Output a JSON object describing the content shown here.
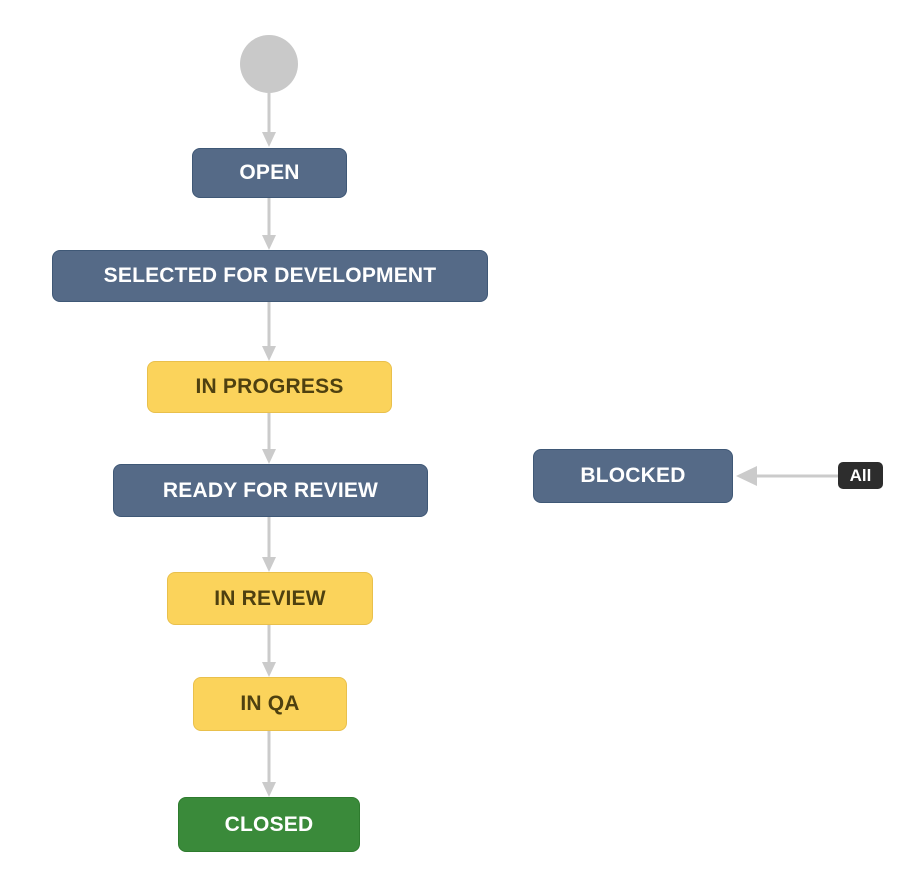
{
  "diagram": {
    "nodes": [
      {
        "label": "OPEN",
        "status_type": "slate"
      },
      {
        "label": "SELECTED FOR DEVELOPMENT",
        "status_type": "slate"
      },
      {
        "label": "IN PROGRESS",
        "status_type": "yellow"
      },
      {
        "label": "READY FOR REVIEW",
        "status_type": "slate"
      },
      {
        "label": "IN REVIEW",
        "status_type": "yellow"
      },
      {
        "label": "IN QA",
        "status_type": "yellow"
      },
      {
        "label": "CLOSED",
        "status_type": "green"
      },
      {
        "label": "BLOCKED",
        "status_type": "slate"
      }
    ],
    "transition_label": "All",
    "edges": [
      {
        "from": "start",
        "to": "OPEN"
      },
      {
        "from": "OPEN",
        "to": "SELECTED FOR DEVELOPMENT"
      },
      {
        "from": "SELECTED FOR DEVELOPMENT",
        "to": "IN PROGRESS"
      },
      {
        "from": "IN PROGRESS",
        "to": "READY FOR REVIEW"
      },
      {
        "from": "READY FOR REVIEW",
        "to": "IN REVIEW"
      },
      {
        "from": "IN REVIEW",
        "to": "IN QA"
      },
      {
        "from": "IN QA",
        "to": "CLOSED"
      },
      {
        "from": "All",
        "to": "BLOCKED",
        "label": "All"
      }
    ],
    "colors": {
      "slate_fill": "#556a87",
      "slate_border": "#3f5876",
      "yellow_fill": "#fbd35b",
      "yellow_border": "#e9c04c",
      "yellow_text": "#4e4010",
      "green_fill": "#3a8a3a",
      "green_border": "#2e7b2e",
      "light_text": "#ffffff",
      "arrow": "#cbcbcb",
      "start_circle": "#c9c9c9",
      "all_badge_bg": "#2d2d2d",
      "all_badge_text": "#ffffff"
    }
  }
}
